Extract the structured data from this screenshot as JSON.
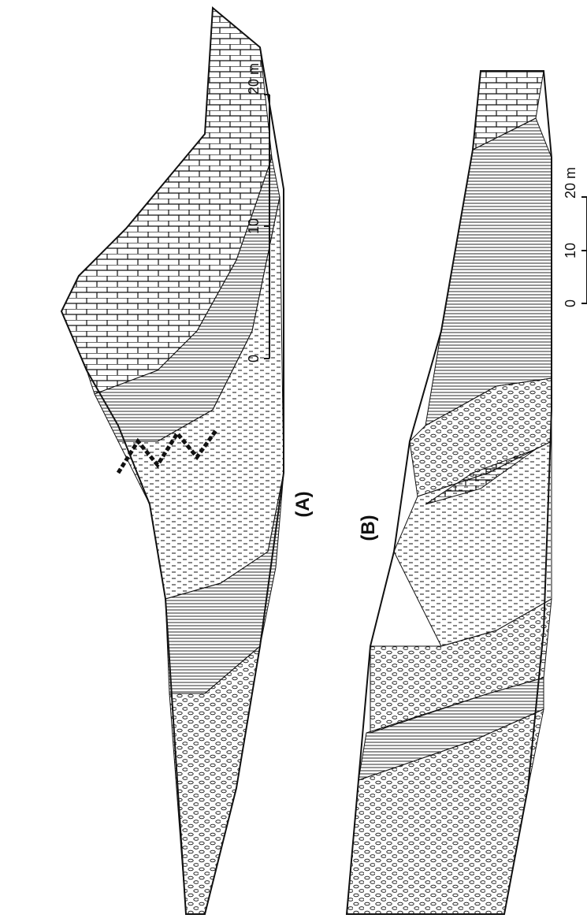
{
  "panels": [
    {
      "id": "A",
      "label": "(A)"
    },
    {
      "id": "B",
      "label": "(B)"
    }
  ],
  "scale_bars": {
    "A": {
      "ticks": [
        "0",
        "10",
        "20 m"
      ]
    },
    "B": {
      "ticks": [
        "0",
        "10",
        "20 m"
      ]
    }
  },
  "lithology_patterns": [
    "limestone",
    "shale",
    "siltstone",
    "conglomerate"
  ],
  "colors": {
    "ink": "#111111",
    "paper": "#ffffff"
  }
}
